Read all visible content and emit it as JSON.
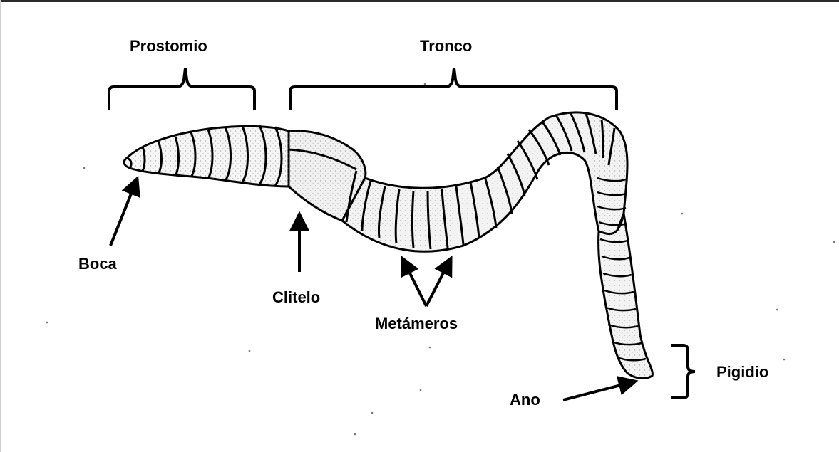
{
  "labels": {
    "prostomio": "Prostomio",
    "tronco": "Tronco",
    "boca": "Boca",
    "clitelo": "Clitelo",
    "metameros": "Metámeros",
    "ano": "Ano",
    "pigidio": "Pigidio"
  },
  "colors": {
    "ink": "#000000",
    "body_fill": "#f4f4f4",
    "background": "#ffffff"
  }
}
